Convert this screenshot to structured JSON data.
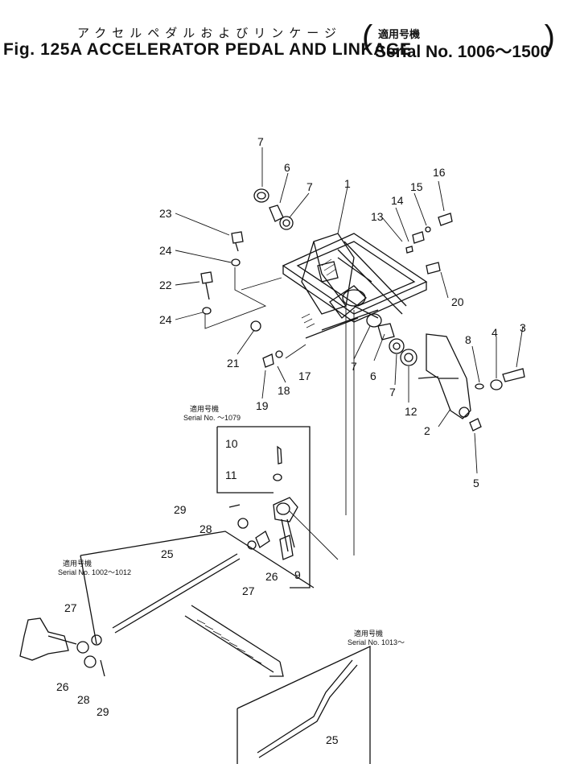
{
  "header": {
    "title_jp": "アクセルペダルおよびリンケージ",
    "title_en": "Fig. 125A ACCELERATOR PEDAL AND LINKAGE",
    "serial_jp": "適用号機",
    "serial_en": "Serial No. 1006～1500"
  },
  "insets": [
    {
      "id": "inset_a",
      "jp": "適用号機",
      "serial": "Serial No. ～1079"
    },
    {
      "id": "inset_b",
      "jp": "適用号機",
      "serial": "Serial No. 1002～1012"
    },
    {
      "id": "inset_c",
      "jp": "適用号機",
      "serial": "Serial No. 1013～"
    }
  ],
  "callouts": [
    "1",
    "2",
    "3",
    "4",
    "5",
    "6",
    "7",
    "8",
    "9",
    "10",
    "11",
    "12",
    "13",
    "14",
    "15",
    "16",
    "17",
    "18",
    "19",
    "20",
    "21",
    "22",
    "23",
    "24",
    "25",
    "26",
    "27",
    "28",
    "29"
  ]
}
